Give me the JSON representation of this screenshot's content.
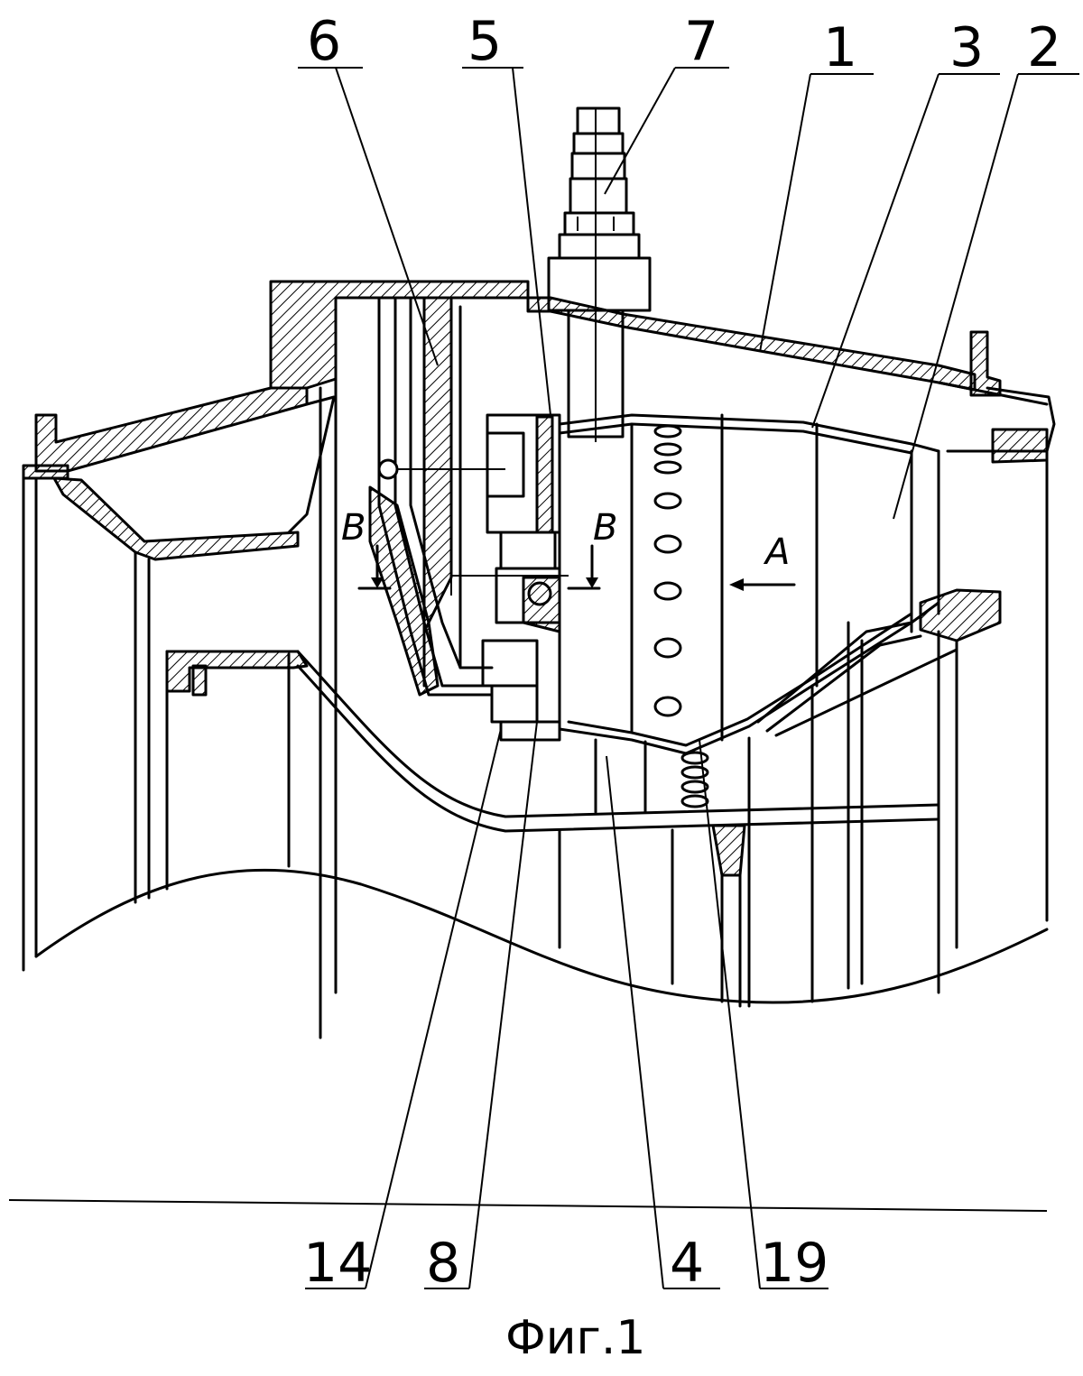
{
  "figure": {
    "caption": "Фиг.1",
    "section_marks": {
      "b_left": "B",
      "b_right": "B",
      "view": "A"
    },
    "top_labels": [
      {
        "id": "6",
        "text": "6"
      },
      {
        "id": "5",
        "text": "5"
      },
      {
        "id": "7",
        "text": "7"
      },
      {
        "id": "1",
        "text": "1"
      },
      {
        "id": "3",
        "text": "3"
      },
      {
        "id": "2",
        "text": "2"
      }
    ],
    "bottom_labels": [
      {
        "id": "14",
        "text": "14"
      },
      {
        "id": "8",
        "text": "8"
      },
      {
        "id": "4",
        "text": "4"
      },
      {
        "id": "19",
        "text": "19"
      }
    ]
  }
}
